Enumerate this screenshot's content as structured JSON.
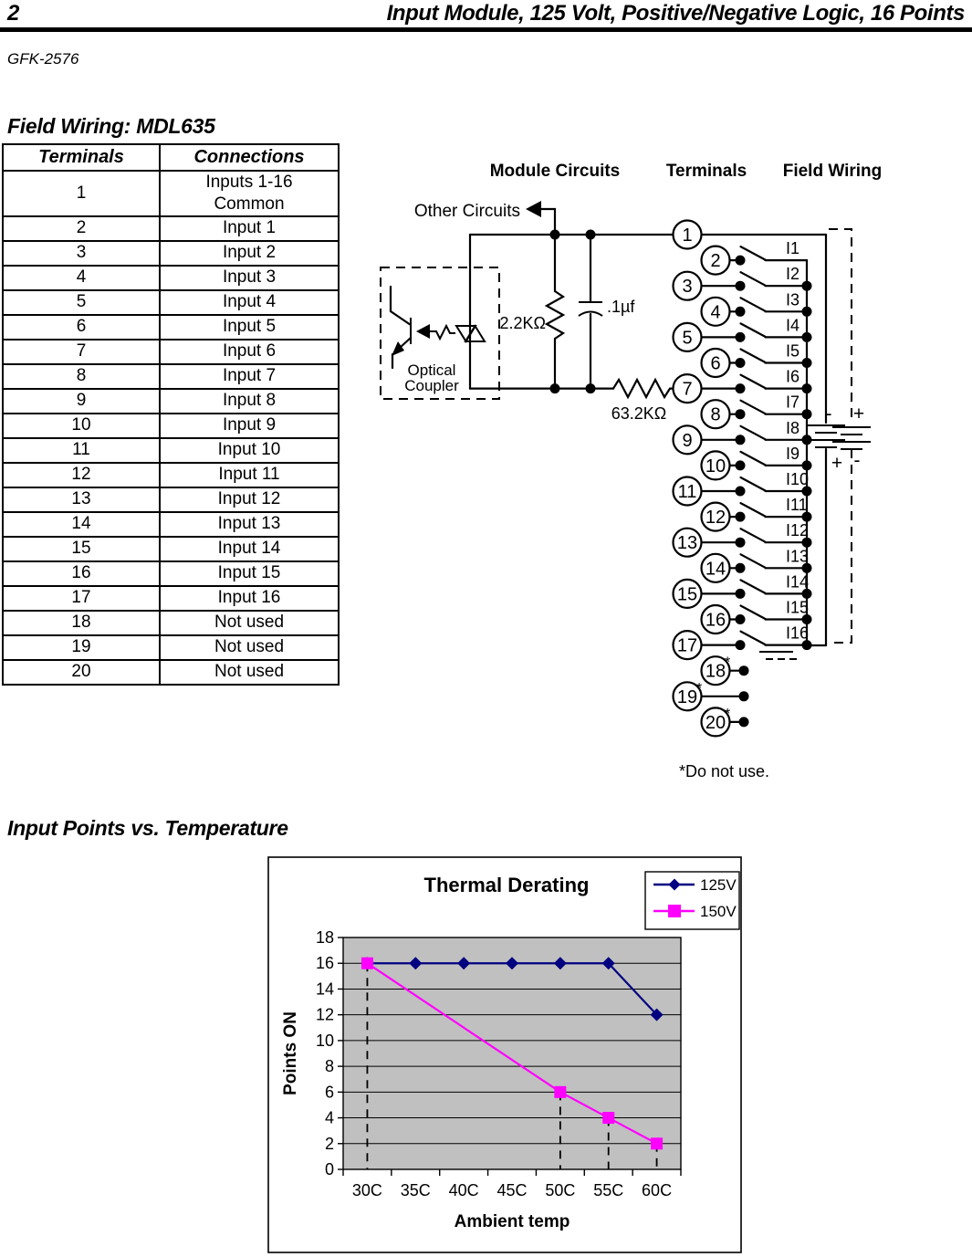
{
  "page": {
    "number": "2",
    "title": "Input Module, 125 Volt, Positive/Negative Logic, 16 Points",
    "doc_code": "GFK-2576"
  },
  "section1": {
    "heading": "Field Wiring: MDL635"
  },
  "section2": {
    "heading": "Input Points vs. Temperature"
  },
  "table": {
    "headers": [
      "Terminals",
      "Connections"
    ],
    "rows": [
      [
        "1",
        "Inputs 1-16\nCommon"
      ],
      [
        "2",
        "Input 1"
      ],
      [
        "3",
        "Input 2"
      ],
      [
        "4",
        "Input 3"
      ],
      [
        "5",
        "Input 4"
      ],
      [
        "6",
        "Input 5"
      ],
      [
        "7",
        "Input 6"
      ],
      [
        "8",
        "Input 7"
      ],
      [
        "9",
        "Input 8"
      ],
      [
        "10",
        "Input 9"
      ],
      [
        "11",
        "Input 10"
      ],
      [
        "12",
        "Input 11"
      ],
      [
        "13",
        "Input 12"
      ],
      [
        "14",
        "Input 13"
      ],
      [
        "15",
        "Input 14"
      ],
      [
        "16",
        "Input 15"
      ],
      [
        "17",
        "Input 16"
      ],
      [
        "18",
        "Not used"
      ],
      [
        "19",
        "Not used"
      ],
      [
        "20",
        "Not used"
      ]
    ]
  },
  "diagram": {
    "headers": {
      "module": "Module Circuits",
      "terminals": "Terminals",
      "field": "Field Wiring"
    },
    "other_circuits": "Other Circuits",
    "resistor1": "2.2KΩ",
    "capacitor": ".1µf",
    "resistor2": "63.2KΩ",
    "optical1": "Optical",
    "optical2": "Coupler",
    "battery": {
      "top_left": "-",
      "top_right": "+",
      "bottom_left": "+",
      "bottom_right": "-"
    },
    "terminals": [
      "1",
      "2",
      "3",
      "4",
      "5",
      "6",
      "7",
      "8",
      "9",
      "10",
      "11",
      "12",
      "13",
      "14",
      "15",
      "16",
      "17",
      "18*",
      "19*",
      "20*"
    ],
    "inputs": [
      "I1",
      "I2",
      "I3",
      "I4",
      "I5",
      "I6",
      "I7",
      "I8",
      "I9",
      "I10",
      "I11",
      "I12",
      "I13",
      "I14",
      "I15",
      "I16"
    ],
    "footnote": "*Do not use."
  },
  "chart_data": {
    "type": "line",
    "title": "Thermal Derating",
    "xlabel": "Ambient temp",
    "ylabel": "Points ON",
    "categories": [
      "30C",
      "35C",
      "40C",
      "45C",
      "50C",
      "55C",
      "60C"
    ],
    "yticks": [
      0,
      2,
      4,
      6,
      8,
      10,
      12,
      14,
      16,
      18
    ],
    "ylim": [
      0,
      18
    ],
    "plot_bg": "#c0c0c0",
    "grid": "horizontal",
    "legend_position": "top-right",
    "series": [
      {
        "name": "125V",
        "color": "#000080",
        "marker": "diamond",
        "x": [
          "30C",
          "35C",
          "40C",
          "45C",
          "50C",
          "55C",
          "60C"
        ],
        "values": [
          16,
          16,
          16,
          16,
          16,
          16,
          12
        ]
      },
      {
        "name": "150V",
        "color": "#ff00ff",
        "marker": "square",
        "x": [
          "30C",
          "50C",
          "55C",
          "60C"
        ],
        "values": [
          16,
          6,
          4,
          2
        ]
      }
    ],
    "dashed_drop_lines": [
      {
        "x": "30C",
        "y": 16
      },
      {
        "x": "50C",
        "y": 6
      },
      {
        "x": "55C",
        "y": 4
      },
      {
        "x": "60C",
        "y": 2
      }
    ]
  }
}
